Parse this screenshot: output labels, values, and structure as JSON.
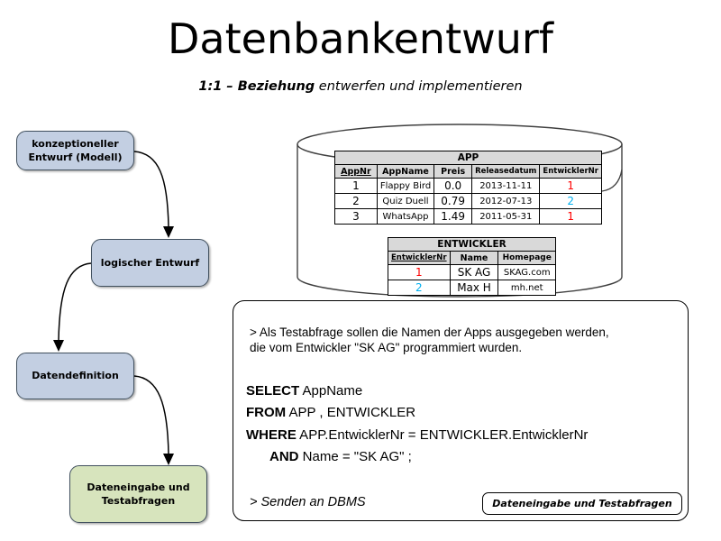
{
  "header": {
    "title": "Datenbankentwurf",
    "subtitle_strong": "1:1 – Beziehung",
    "subtitle_rest": " entwerfen und implementieren"
  },
  "flow": {
    "boxes": [
      {
        "id": "konzeptioneller-entwurf",
        "line1": "konzeptioneller",
        "line2": "Entwurf (Modell)",
        "color": "#c3cfe2"
      },
      {
        "id": "logischer-entwurf",
        "line1": "logischer Entwurf",
        "line2": "",
        "color": "#c3cfe2"
      },
      {
        "id": "datendefinition",
        "line1": "Datendefinition",
        "line2": "",
        "color": "#c3cfe2"
      },
      {
        "id": "dateneingabe-testabfragen",
        "line1": "Dateneingabe und",
        "line2": "Testabfragen",
        "color": "#d7e4bd"
      }
    ]
  },
  "database": {
    "tables": [
      {
        "name": "APP",
        "columns": [
          "AppNr",
          "AppName",
          "Preis",
          "Releasedatum",
          "EntwicklerNr"
        ],
        "primary_key": "AppNr",
        "rows": [
          {
            "AppNr": "1",
            "AppName": "Flappy Bird",
            "Preis": "0.0",
            "Releasedatum": "2013-11-11",
            "EntwicklerNr": "1",
            "fk_color": "#ff0000"
          },
          {
            "AppNr": "2",
            "AppName": "Quiz Duell",
            "Preis": "0.79",
            "Releasedatum": "2012-07-13",
            "EntwicklerNr": "2",
            "fk_color": "#00b0f0"
          },
          {
            "AppNr": "3",
            "AppName": "WhatsApp",
            "Preis": "1.49",
            "Releasedatum": "2011-05-31",
            "EntwicklerNr": "1",
            "fk_color": "#ff0000"
          }
        ]
      },
      {
        "name": "ENTWICKLER",
        "columns": [
          "EntwicklerNr",
          "Name",
          "Homepage"
        ],
        "primary_key": "EntwicklerNr",
        "rows": [
          {
            "EntwicklerNr": "1",
            "Name": "SK AG",
            "Homepage": "SKAG.com",
            "pk_color": "#ff0000"
          },
          {
            "EntwicklerNr": "2",
            "Name": "Max H",
            "Homepage": "mh.net",
            "pk_color": "#00b0f0"
          }
        ]
      }
    ]
  },
  "query_panel": {
    "description_line1": "> Als Testabfrage sollen die Namen der Apps ausgegeben werden,",
    "description_line2": "die vom Entwickler \"SK AG\" programmiert wurden.",
    "sql": {
      "line1_kw": "SELECT",
      "line1_rest": " AppName",
      "line2_kw": "FROM",
      "line2_rest": " APP , ENTWICKLER",
      "line3_kw": "WHERE",
      "line3_rest": " APP.EntwicklerNr = ENTWICKLER.EntwicklerNr",
      "line4_kw": "AND",
      "line4_rest": " Name = \"SK AG\" ;"
    },
    "send_note": "> Senden an DBMS",
    "bottom_label": "Dateneingabe und Testabfragen"
  },
  "colors": {
    "box_blue": "#c3cfe2",
    "box_green": "#d7e4bd",
    "table_header_gray": "#d9d9d9",
    "fk_red": "#ff0000",
    "fk_blue": "#00b0f0",
    "outline": "#41505e"
  }
}
